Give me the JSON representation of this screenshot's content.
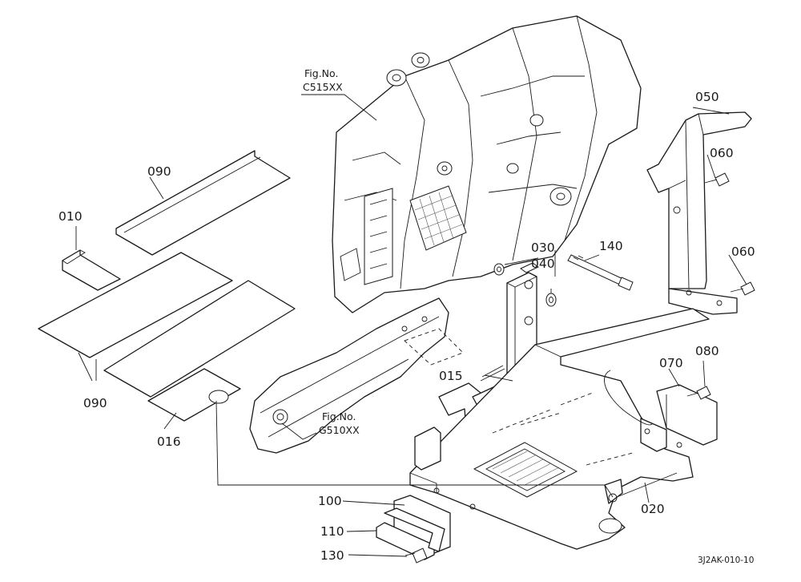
{
  "callouts": {
    "p090_top": "090",
    "p010": "010",
    "p090_bottom": "090",
    "p016": "016",
    "p015": "015",
    "p030": "030",
    "p040": "040",
    "p140": "140",
    "p050": "050",
    "p060_upper": "060",
    "p060_lower": "060",
    "p080": "080",
    "p070": "070",
    "p020": "020",
    "p100": "100",
    "p110": "110",
    "p130": "130"
  },
  "references": {
    "top": {
      "line1": "Fig.No.",
      "line2": "C515XX"
    },
    "middle": {
      "line1": "Fig.No.",
      "line2": "G510XX"
    }
  },
  "drawing_code": "3J2AK-010-10"
}
